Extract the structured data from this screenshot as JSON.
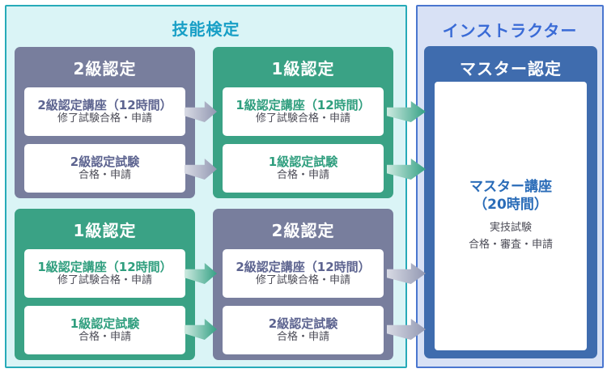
{
  "diagram": {
    "skill_panel": {
      "title": "技能検定",
      "quadrants": [
        {
          "title": "2級認定",
          "variant": "gray",
          "steps": [
            {
              "heading": "2級認定講座（12時間）",
              "detail": "修了試験合格・申請"
            },
            {
              "heading": "2級認定試験",
              "detail": "合格・申請"
            }
          ]
        },
        {
          "title": "1級認定",
          "variant": "green",
          "steps": [
            {
              "heading": "1級認定講座（12時間）",
              "detail": "修了試験合格・申請"
            },
            {
              "heading": "1級認定試験",
              "detail": "合格・申請"
            }
          ]
        },
        {
          "title": "1級認定",
          "variant": "green",
          "steps": [
            {
              "heading": "1級認定講座（12時間）",
              "detail": "修了試験合格・申請"
            },
            {
              "heading": "1級認定試験",
              "detail": "合格・申請"
            }
          ]
        },
        {
          "title": "2級認定",
          "variant": "gray",
          "steps": [
            {
              "heading": "2級認定講座（12時間）",
              "detail": "修了試験合格・申請"
            },
            {
              "heading": "2級認定試験",
              "detail": "合格・申請"
            }
          ]
        }
      ]
    },
    "instructor_panel": {
      "title": "インストラクター",
      "master": {
        "title": "マスター認定",
        "course_name": "マスター講座",
        "course_hours": "（20時間）",
        "exam": "実技試験",
        "result": "合格・審査・申請"
      }
    },
    "colors": {
      "skill_panel_bg": "#daf4f6",
      "skill_panel_border": "#27aab8",
      "skill_title_text": "#189fc6",
      "instructor_panel_bg": "#d8e1f5",
      "instructor_panel_border": "#4a76cf",
      "instructor_title_text": "#3a6bd6",
      "gray_box_bg": "#787e9d",
      "green_box_bg": "#3aa285",
      "master_box_bg": "#3f6cae",
      "gray_heading_text": "#5d6490",
      "green_heading_text": "#2f9e7e",
      "master_heading_text": "#2a6cb8",
      "detail_text": "#4c4c57",
      "gray_arrow": "#9298b2",
      "green_arrow": "#35a185"
    }
  }
}
